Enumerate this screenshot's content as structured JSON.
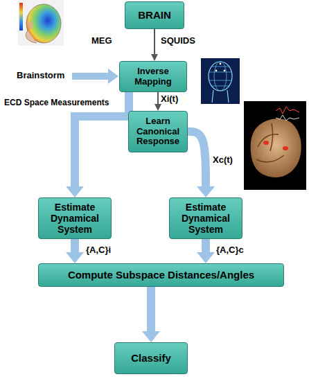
{
  "diagram": {
    "nodes": [
      {
        "text": [
          "BRAIN"
        ]
      },
      {
        "text": [
          "Inverse Mapping"
        ]
      },
      {
        "text": [
          "Learn Canonical Response"
        ]
      },
      {
        "text": [
          "Estimate Dynamical System"
        ]
      },
      {
        "text": [
          "Estimate Dynamical System"
        ]
      },
      {
        "text": [
          "Compute Subspace Distances/Angles"
        ]
      },
      {
        "text": [
          "Classify"
        ]
      }
    ],
    "edges": [
      {
        "from": 0,
        "to": 1,
        "arrow": "to"
      },
      {
        "from": 1,
        "to": 2,
        "arrow": "to"
      },
      {
        "from": 1,
        "to": 3,
        "arrow": "to"
      },
      {
        "from": 2,
        "to": 4,
        "arrow": "to"
      },
      {
        "from": 3,
        "to": 5,
        "arrow": "to"
      },
      {
        "from": 4,
        "to": 5,
        "arrow": "to"
      },
      {
        "from": 5,
        "to": 6,
        "arrow": "to"
      }
    ],
    "labels": [
      "MEG",
      "SQUIDS",
      "Brainstorm",
      "ECD Space Measurements",
      "Xi(t)",
      "Xc(t)",
      "{A,C}i",
      "{A,C}c"
    ]
  }
}
